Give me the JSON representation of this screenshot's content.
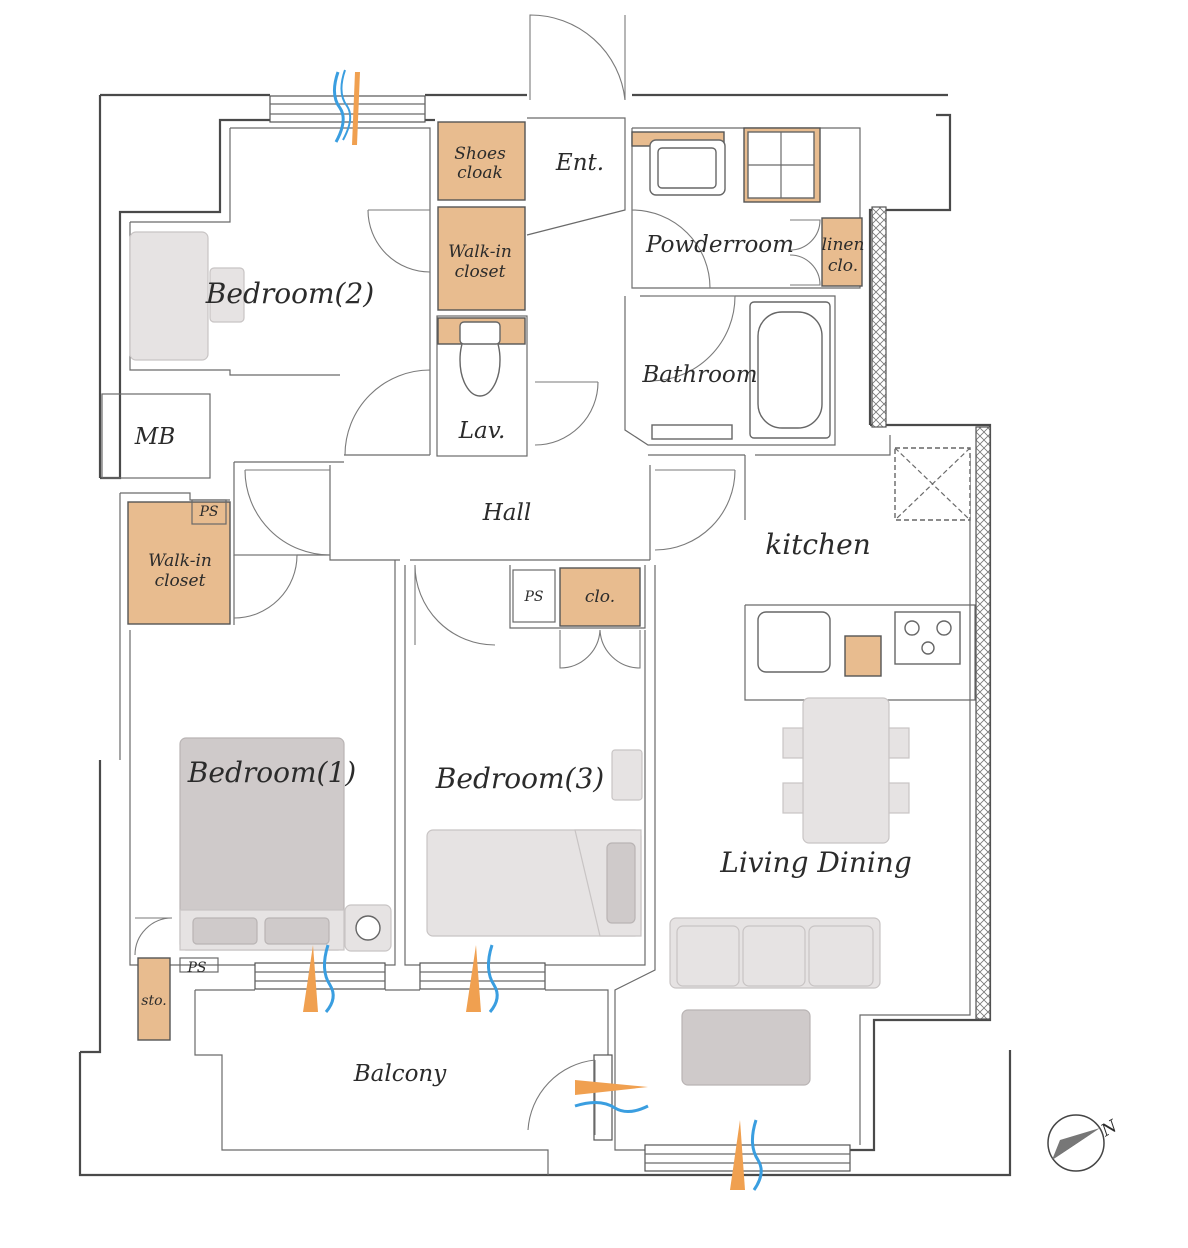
{
  "labels": {
    "bedroom2": "Bedroom(2)",
    "bedroom1": "Bedroom(1)",
    "bedroom3": "Bedroom(3)",
    "living_dining": "Living Dining",
    "kitchen": "kitchen",
    "hall": "Hall",
    "balcony": "Balcony",
    "mb": "MB",
    "lav": "Lav.",
    "bathroom": "Bathroom",
    "powderroom": "Powderroom",
    "entrance": "Ent.",
    "shoes_cloak_1": "Shoes",
    "shoes_cloak_2": "cloak",
    "walkin_top_1": "Walk-in",
    "walkin_top_2": "closet",
    "walkin_left_1": "Walk-in",
    "walkin_left_2": "closet",
    "linen_1": "linen",
    "linen_2": "clo.",
    "clo": "clo.",
    "ps_left": "PS",
    "ps_mid": "PS",
    "ps_bottom": "PS",
    "sto": "sto.",
    "compass_n": "N"
  },
  "colors": {
    "storage": "#e8bc8f",
    "wind_warm": "#f0a050",
    "wind_cool": "#3a9ee0",
    "furniture": "#e6e3e3"
  }
}
